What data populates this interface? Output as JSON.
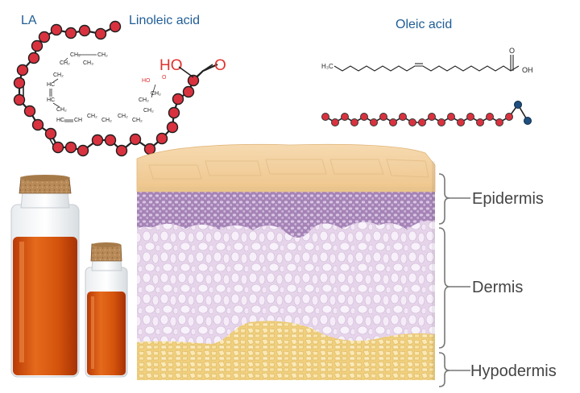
{
  "titles": {
    "la": "LA",
    "linoleic": "Linoleic acid",
    "oleic": "Oleic acid"
  },
  "formula": {
    "ho_large": "HO",
    "o_large": "O",
    "h3c": "H₃C",
    "oh": "OH",
    "ch2": "CH₂",
    "ch": "CH",
    "ch3": "CH₃",
    "hc": "HC",
    "ho_small": "HO",
    "o_small": "O"
  },
  "layers": {
    "epidermis": "Epidermis",
    "dermis": "Dermis",
    "hypodermis": "Hypodermis"
  },
  "colors": {
    "label_blue": "#1f5d95",
    "atom_red": "#d9323f",
    "oxygen_red": "#e0322f",
    "atom_blue": "#1e4f7e",
    "skin_top": "#f3d2a0",
    "epidermis": "#a884ba",
    "dermis": "#e7d6ea",
    "hypodermis": "#f5dc98",
    "oil": "#d9570f"
  }
}
